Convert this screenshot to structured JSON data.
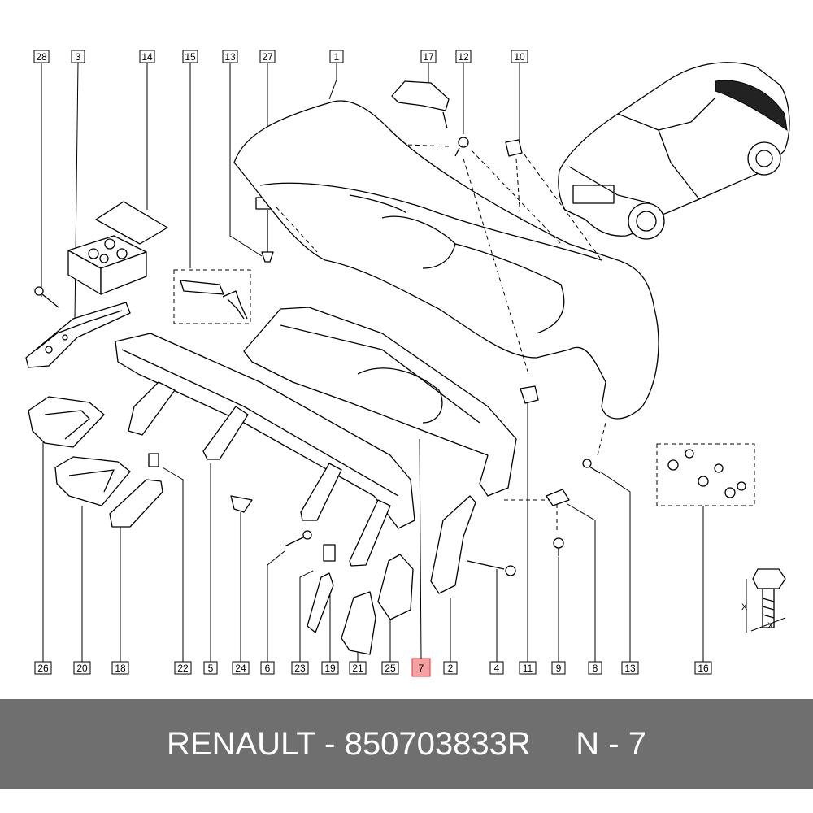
{
  "labels": {
    "top": [
      "28",
      "3",
      "14",
      "15",
      "13",
      "27",
      "1",
      "17",
      "12",
      "10"
    ],
    "bottom": [
      "26",
      "20",
      "18",
      "22",
      "5",
      "24",
      "6",
      "23",
      "19",
      "21",
      "25",
      "7",
      "2",
      "4",
      "11",
      "9",
      "8",
      "13",
      "16"
    ],
    "highlighted": "7"
  },
  "dimension_labels": [
    "X",
    "X"
  ],
  "footer": {
    "text": "RENAULT - 850703833R     N - 7"
  },
  "colors": {
    "highlight_fill": "#f3a2a2",
    "highlight_border": "#e33333",
    "footer_bg": "#6f6f6f",
    "footer_text": "#ffffff"
  }
}
